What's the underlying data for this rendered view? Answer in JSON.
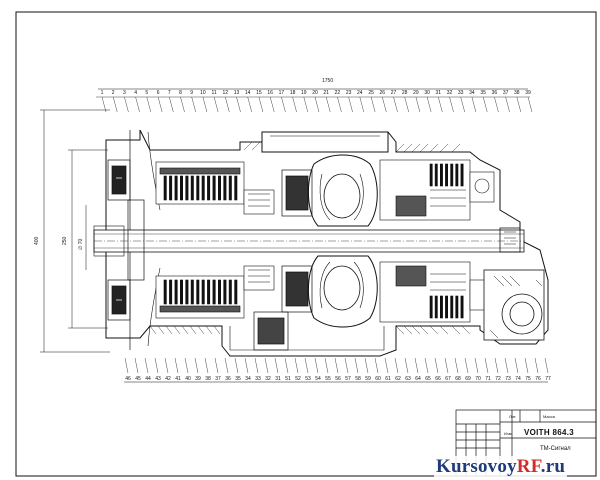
{
  "drawing": {
    "overall_length_label": "1750",
    "height_label_left": "400",
    "height_label_mid": "250",
    "diameter_label": "∅ 70",
    "top_positions": [
      "1",
      "2",
      "3",
      "4",
      "5",
      "6",
      "7",
      "8",
      "9",
      "10",
      "11",
      "12",
      "13",
      "14",
      "15",
      "16",
      "17",
      "18",
      "19",
      "20",
      "21",
      "22",
      "23",
      "24",
      "25",
      "26",
      "27",
      "28",
      "29",
      "30",
      "31",
      "32",
      "33",
      "34",
      "35",
      "36",
      "37",
      "38",
      "39"
    ],
    "bottom_positions": [
      "46",
      "45",
      "44",
      "43",
      "42",
      "41",
      "40",
      "39",
      "38",
      "37",
      "36",
      "35",
      "34",
      "33",
      "32",
      "31",
      "51",
      "52",
      "53",
      "54",
      "55",
      "56",
      "57",
      "58",
      "59",
      "60",
      "61",
      "62",
      "63",
      "64",
      "65",
      "66",
      "67",
      "68",
      "69",
      "70",
      "71",
      "72",
      "73",
      "74",
      "75",
      "76",
      "77"
    ]
  },
  "title_block": {
    "title": "VOITH 864.3",
    "subtitle": "ТМ-Сигнал",
    "lit_label": "Лит.",
    "mass_label": "Масса",
    "sheet_label": "Изм."
  },
  "watermark": {
    "main": "Kursovoy",
    "accent": "RF",
    "suffix": ".ru"
  }
}
